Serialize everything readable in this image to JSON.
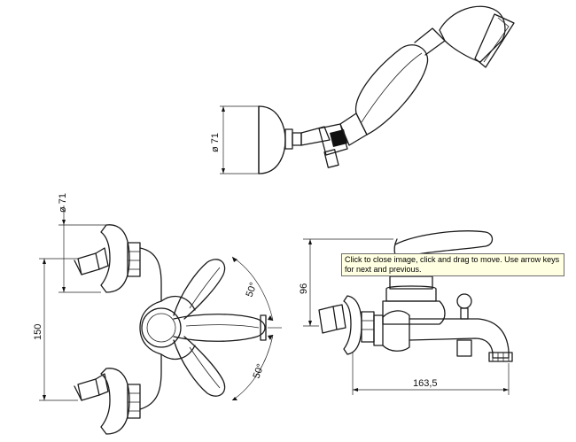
{
  "tooltip": {
    "text": "Click to close image, click and drag to move. Use arrow keys for next and previous."
  },
  "dimensions": {
    "shower_head_diameter": "ø 71",
    "wall_flange_diameter": "ø 71",
    "vertical_spacing": "150",
    "lever_angle_top": "50°",
    "lever_angle_bottom": "50°",
    "side_height": "96",
    "spout_length": "163,5"
  }
}
